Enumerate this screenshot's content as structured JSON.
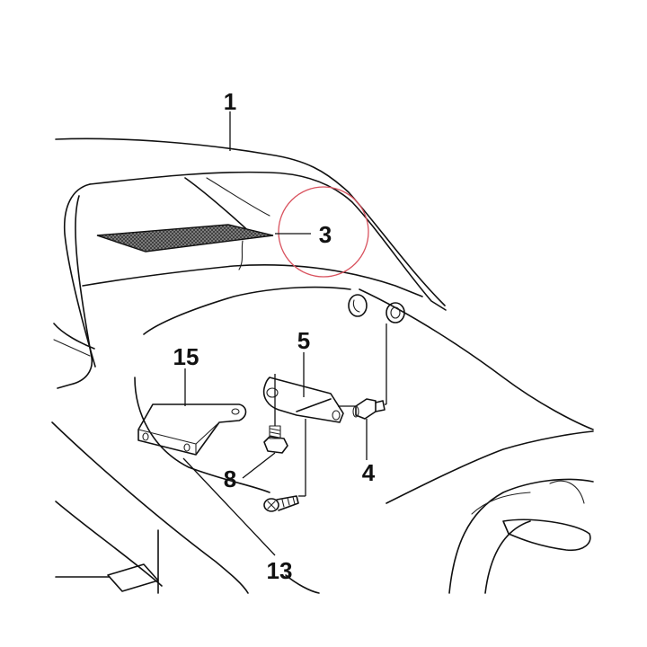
{
  "diagram": {
    "labels": [
      {
        "id": "part-1",
        "text": "1"
      },
      {
        "id": "part-3",
        "text": "3"
      },
      {
        "id": "part-5",
        "text": "5"
      },
      {
        "id": "part-15",
        "text": "15"
      },
      {
        "id": "part-8",
        "text": "8"
      },
      {
        "id": "part-4",
        "text": "4"
      },
      {
        "id": "part-13",
        "text": "13"
      }
    ],
    "highlight": {
      "color": "#d9535f",
      "target": "3"
    },
    "line_color": "#111111",
    "mesh_color": "#555555"
  }
}
